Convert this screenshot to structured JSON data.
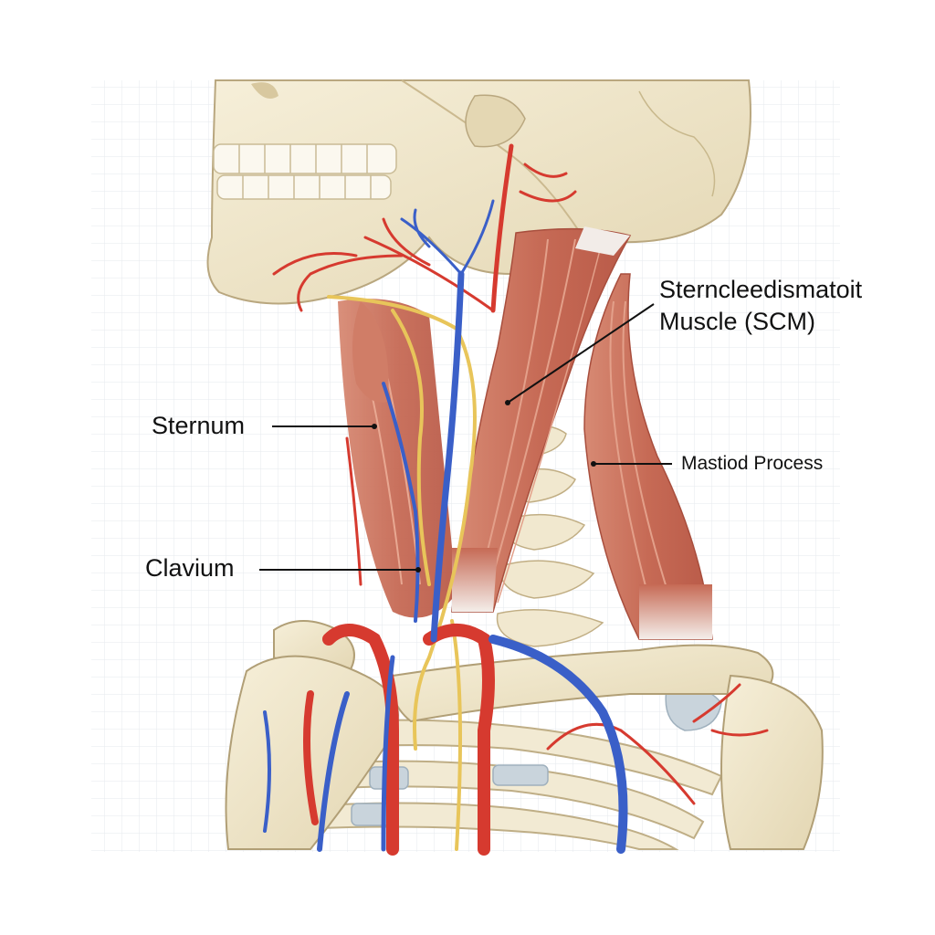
{
  "labels": {
    "scm_line1": "Sterncleedismatoit",
    "scm_line2": "Muscle (SCM)",
    "sternum": "Sternum",
    "clavium": "Clavium",
    "mastoid": "Mastiod Process"
  },
  "colors": {
    "bone": "#efe6cc",
    "bone_shadow": "#d9cba6",
    "muscle": "#c9725f",
    "muscle_light": "#dc9b88",
    "artery": "#d63a2f",
    "vein": "#3a5fc8",
    "nerve": "#e8c55a",
    "cartilage": "#c9d4dc",
    "grid": "#e6e9ee"
  }
}
